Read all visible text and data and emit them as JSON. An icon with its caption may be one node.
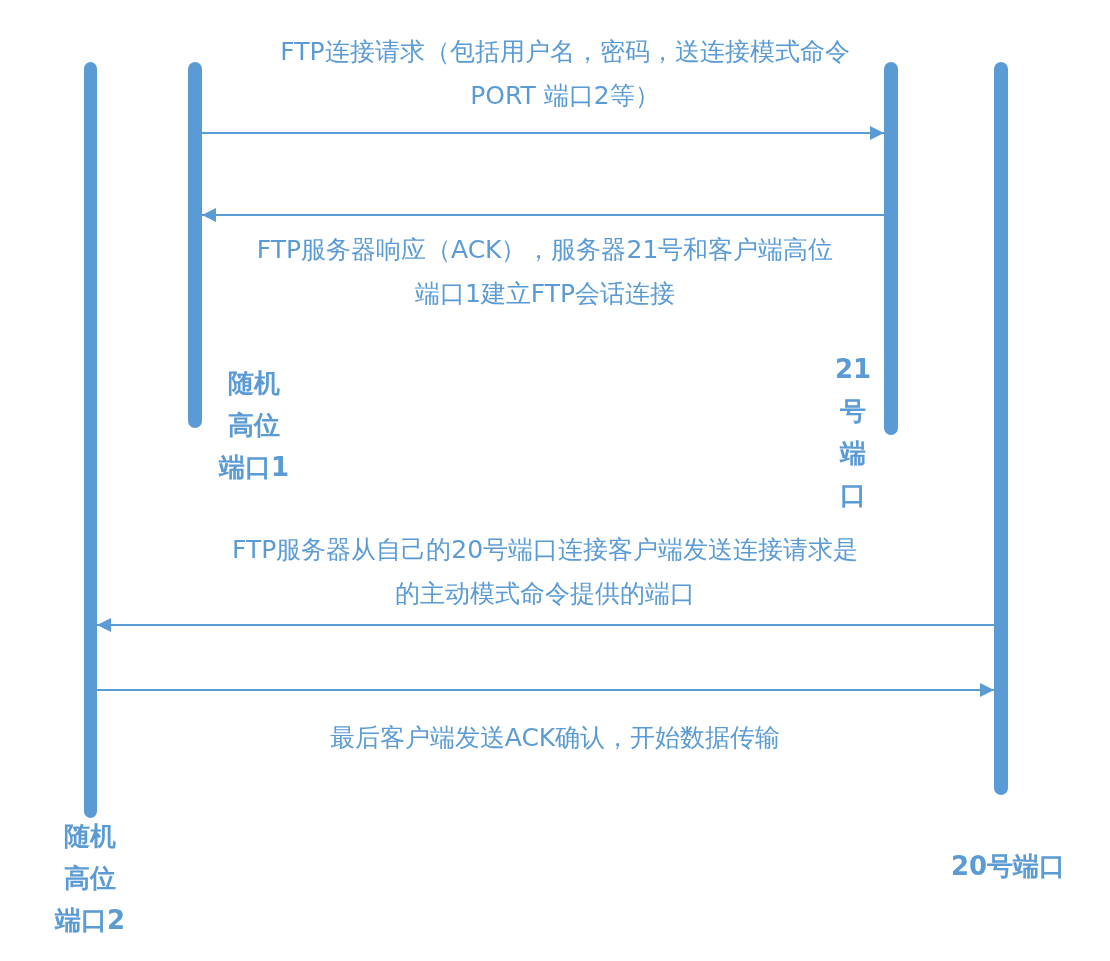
{
  "diagram": {
    "nodes": [
      {
        "text": [
          "随机高位端口2"
        ]
      },
      {
        "text": [
          "随机高位端口1"
        ]
      },
      {
        "text": [
          "21号端口"
        ]
      },
      {
        "text": [
          "20号端口"
        ]
      }
    ],
    "edges": [
      {
        "from": 1,
        "to": 2,
        "arrow": "to",
        "label": "FTP连接请求（包括用户名，密码，送连接模式命令 PORT 端口2等）"
      },
      {
        "from": 2,
        "to": 1,
        "arrow": "to",
        "label": "FTP服务器响应（ACK），服务器21号和客户端高位端口1建立FTP会话连接"
      },
      {
        "from": 3,
        "to": 0,
        "arrow": "to",
        "label": "FTP服务器从自己的20号端口连接客户端发送连接请求是的主动模式命令提供的端口"
      },
      {
        "from": 0,
        "to": 3,
        "arrow": "to",
        "label": "最后客户端发送ACK确认，开始数据传输"
      }
    ]
  }
}
